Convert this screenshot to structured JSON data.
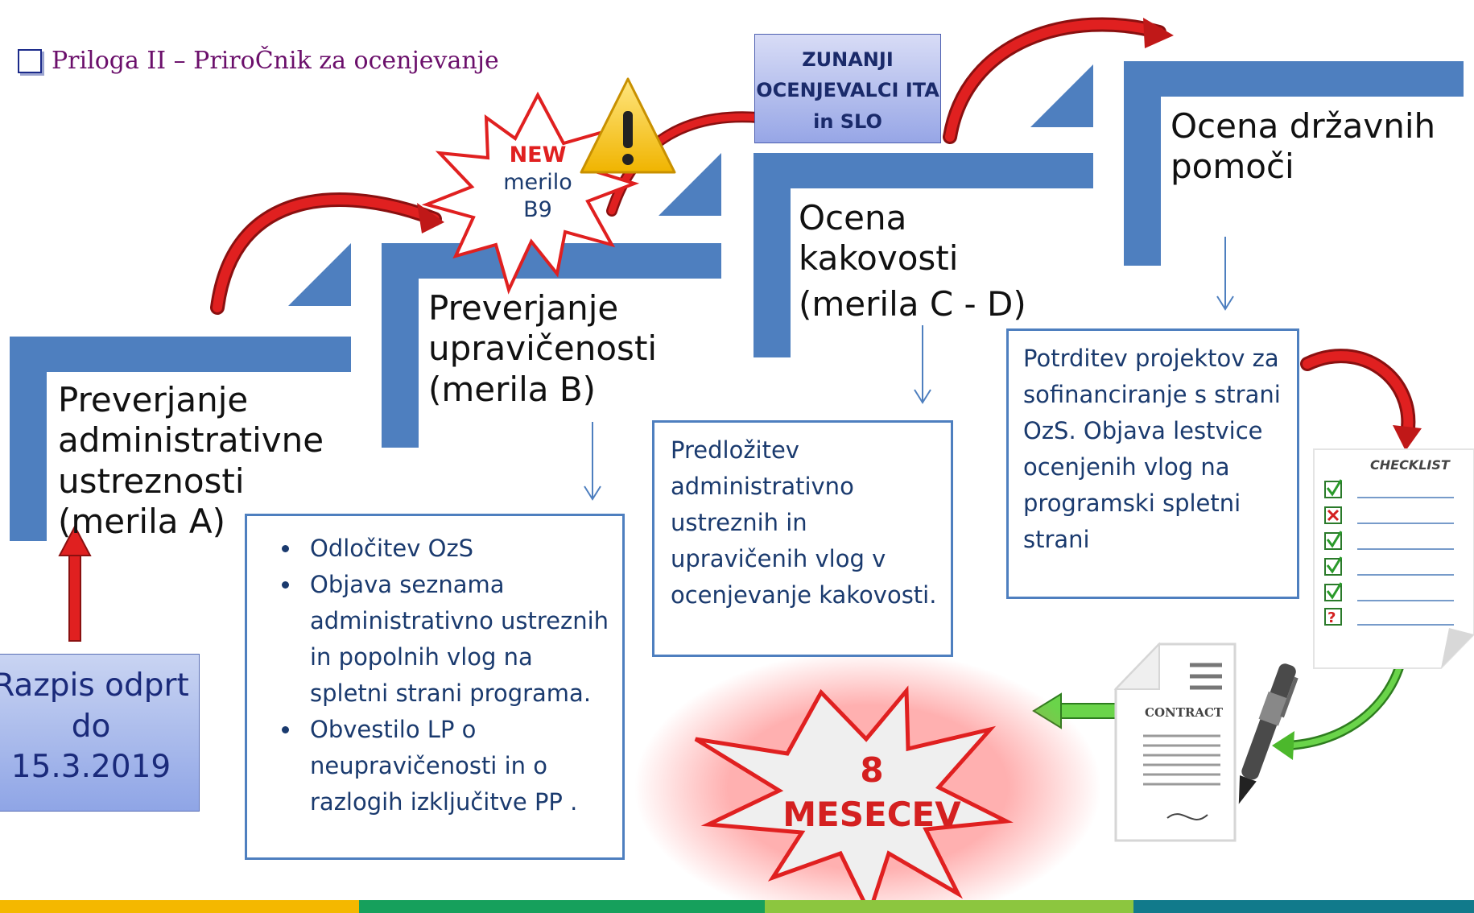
{
  "title": "Priloga II – PriroČnik za ocenjevanje",
  "steps": {
    "a": "Preverjanje administrativne ustreznosti (merila A)",
    "b": "Preverjanje upravičenosti (merila B)",
    "c_line1": "Ocena kakovosti",
    "c_line2": "(merila C - D)",
    "d": "Ocena državnih pomoči"
  },
  "razpis": {
    "line1": "Razpis odprt do",
    "line2": "15.3.2019"
  },
  "zunanji": "ZUNANJI OCENJEVALCI ITA in SLO",
  "new_badge": {
    "new": "NEW",
    "line2": "merilo",
    "line3": "B9"
  },
  "box_b": [
    "Odločitev OzS",
    "Objava  seznama administrativno ustreznih in popolnih vlog  na spletni strani programa.",
    "Obvestilo LP o neupravičenosti in o razlogih izključitve PP ."
  ],
  "box_c": "Predložitev administrativno ustreznih in upravičenih vlog v ocenjevanje kakovosti.",
  "box_d": "Potrditev projektov za sofinanciranje s strani OzS. Objava lestvice ocenjenih vlog na programski spletni strani",
  "duration": {
    "number": "8",
    "unit": "MESECEV"
  },
  "checklist_label": "CHECKLIST",
  "contract_label": "CONTRACT",
  "icons": [
    "warning-icon",
    "checklist-icon",
    "contract-icon",
    "pen-icon"
  ],
  "colors": {
    "step_blue": "#4e7fbf",
    "arrow_red": "#e02020",
    "arrow_green": "#5ac83a",
    "title": "#6b0f6b"
  }
}
